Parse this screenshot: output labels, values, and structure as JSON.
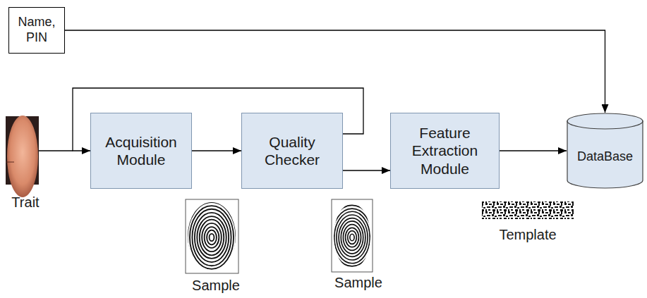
{
  "diagram": {
    "nodes": [
      {
        "text": [
          "Name, PIN"
        ]
      },
      {
        "text": [
          "Acquisition Module"
        ]
      },
      {
        "text": [
          "Quality Checker"
        ]
      },
      {
        "text": [
          "Feature Extraction Module"
        ]
      },
      {
        "text": [
          "DataBase"
        ]
      }
    ],
    "edges": [
      {
        "from": 0,
        "to": 4,
        "arrow": "to"
      },
      {
        "from": 1,
        "to": 2,
        "arrow": "to"
      },
      {
        "from": 2,
        "to": 1,
        "arrow": "to"
      },
      {
        "from": 2,
        "to": 3,
        "arrow": "to"
      },
      {
        "from": 3,
        "to": 4,
        "arrow": "to"
      }
    ],
    "labels": [
      "Trait",
      "Sample",
      "Sample",
      "Template"
    ]
  }
}
